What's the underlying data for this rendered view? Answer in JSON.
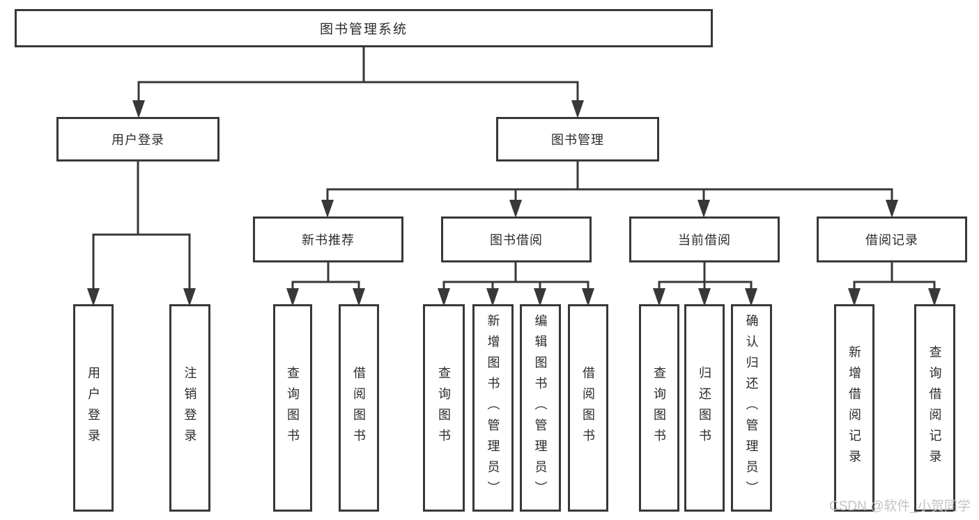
{
  "tree": {
    "root": "图书管理系统",
    "branches": [
      {
        "label": "用户登录",
        "children": [
          "用户登录",
          "注销登录"
        ]
      },
      {
        "label": "图书管理",
        "groups": [
          {
            "label": "新书推荐",
            "children": [
              "查询图书",
              "借阅图书"
            ]
          },
          {
            "label": "图书借阅",
            "children": [
              "查询图书",
              "新增图书（管理员）",
              "编辑图书（管理员）",
              "借阅图书"
            ]
          },
          {
            "label": "当前借阅",
            "children": [
              "查询图书",
              "归还图书",
              "确认归还（管理员）"
            ]
          },
          {
            "label": "借阅记录",
            "children": [
              "新增借阅记录",
              "查询借阅记录"
            ]
          }
        ]
      }
    ]
  },
  "watermark": "CSDN @软件_小贺同学",
  "colors": {
    "line": "#383838",
    "text": "#2b2b2b",
    "background": "#ffffff",
    "watermark": "#c3c3c3"
  }
}
